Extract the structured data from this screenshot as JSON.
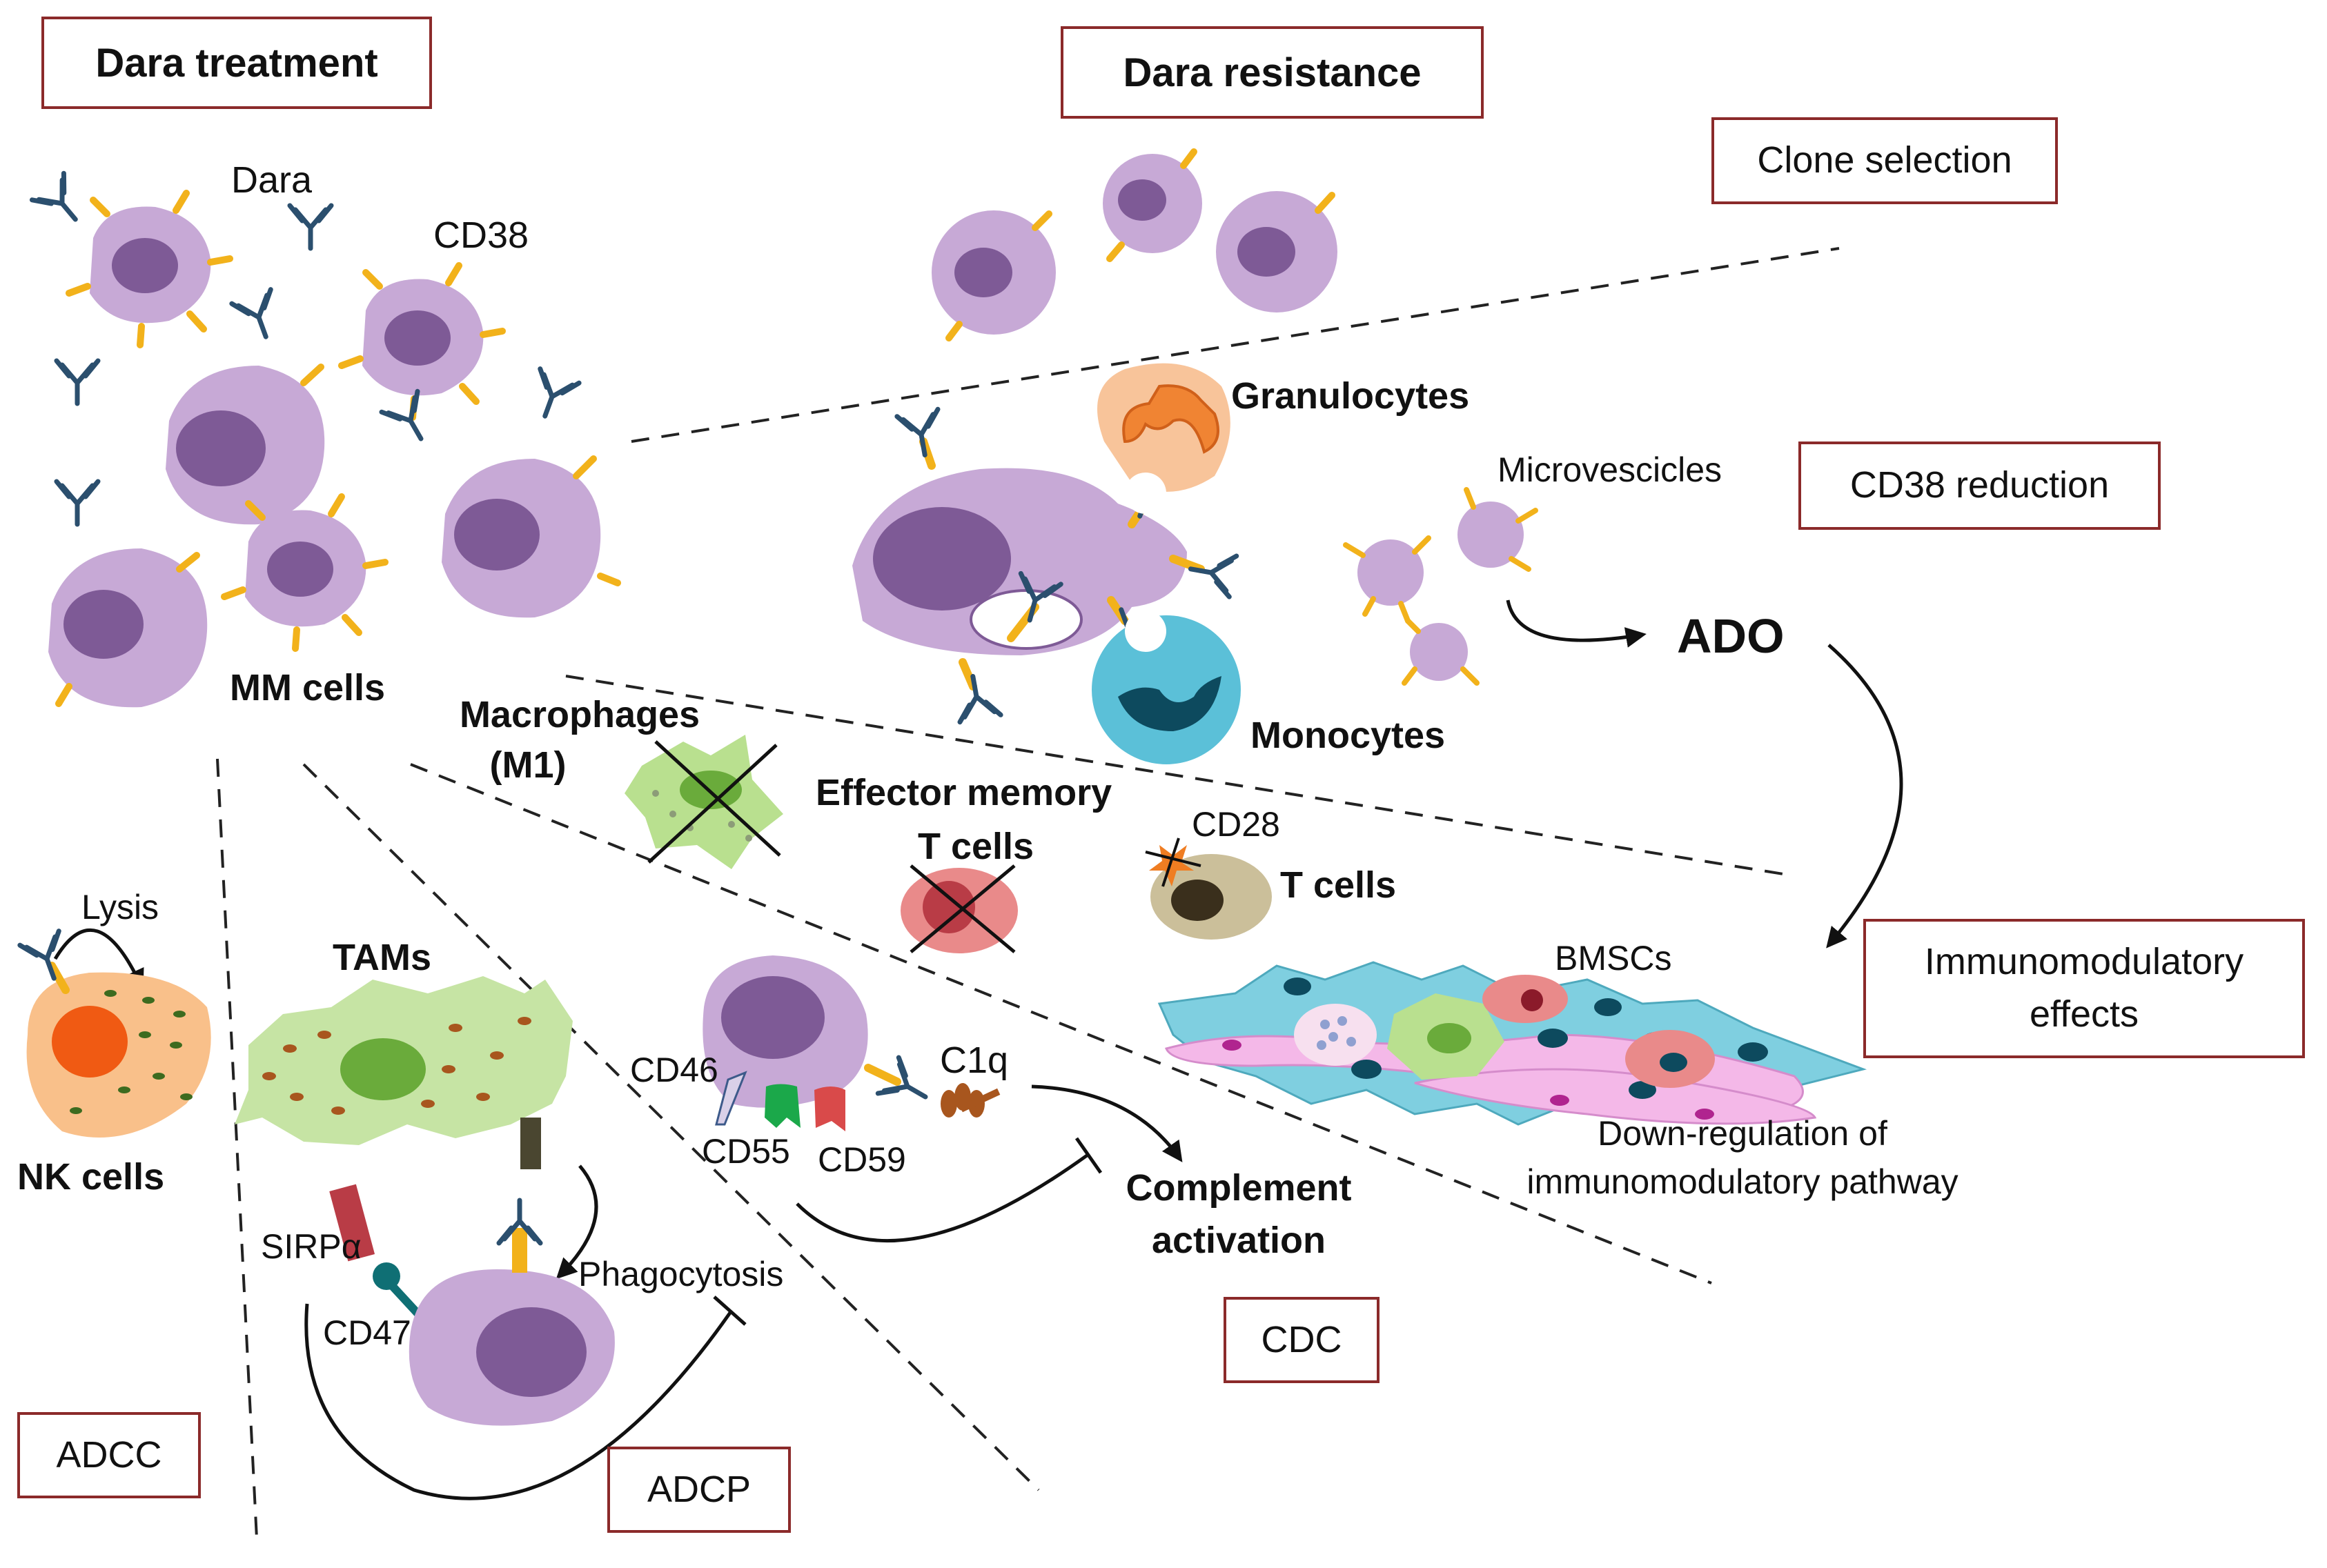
{
  "headers": {
    "dara_treatment": "Dara treatment",
    "dara_resistance": "Dara resistance"
  },
  "mechanisms": {
    "clone_selection": "Clone selection",
    "cd38_reduction": "CD38 reduction",
    "immunomodulatory_line1": "Immunomodulatory",
    "immunomodulatory_line2": "effects",
    "adcc": "ADCC",
    "adcp": "ADCP",
    "cdc": "CDC"
  },
  "labels": {
    "dara": "Dara",
    "cd38": "CD38",
    "mm_cells": "MM cells",
    "granulocytes": "Granulocytes",
    "monocytes": "Monocytes",
    "microvesicles": "Microvescicles",
    "ado": "ADO",
    "macrophages_line1": "Macrophages",
    "macrophages_line2": "(M1)",
    "effector_memory": "Effector memory",
    "t_cells_effector": "T cells",
    "cd28": "CD28",
    "t_cells": "T cells",
    "bmscs": "BMSCs",
    "downregulation_line1": "Down-regulation of",
    "downregulation_line2": "immunomodulatory pathway",
    "lysis": "Lysis",
    "nk_cells": "NK cells",
    "tams": "TAMs",
    "sirpa": "SIRPα",
    "cd47": "CD47",
    "phagocytosis": "Phagocytosis",
    "cd46": "CD46",
    "cd55": "CD55",
    "cd59": "CD59",
    "c1q": "C1q",
    "complement_line1": "Complement",
    "complement_line2": "activation"
  },
  "colors": {
    "mm_cell": "#c7a9d6",
    "mm_nucleus": "#7e5a96",
    "cd38_receptor": "#f2b21b",
    "antibody": "#2b4f6e",
    "box_border": "#8b2a2a",
    "granulocyte": "#f8c49a",
    "monocyte": "#5bc0d8",
    "macrophage": "#b9e08f",
    "tam": "#c6e4a4",
    "t_cell": "#cbbf9a",
    "effector_t_cell": "#e98a8a",
    "nk_cell": "#f9c08a",
    "stromal": "#7fcfe0",
    "stromal_pink": "#f4b8e8"
  }
}
